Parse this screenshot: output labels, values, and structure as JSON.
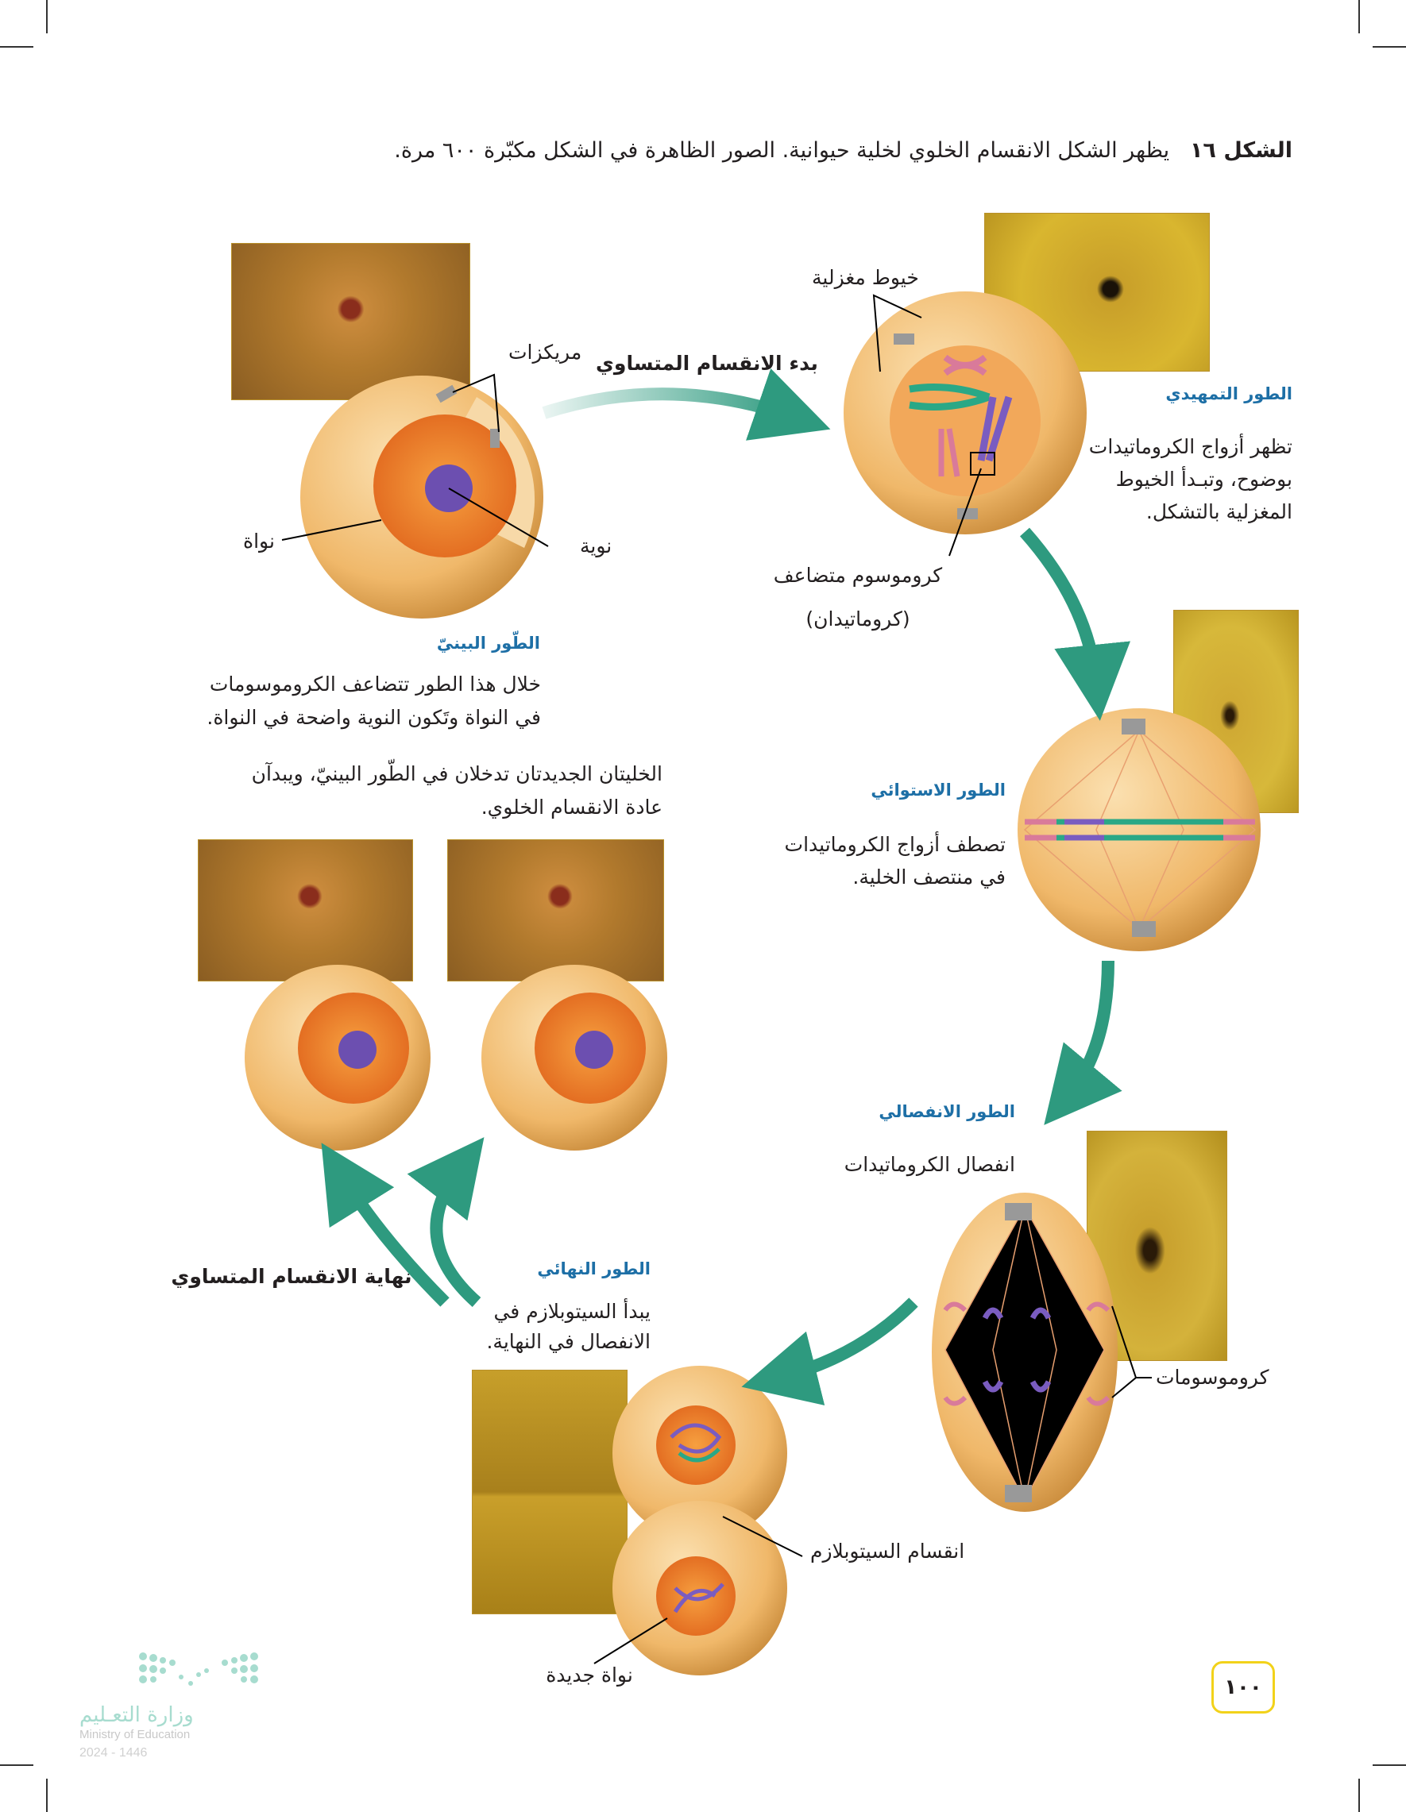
{
  "caption": {
    "label": "الشكل ١٦",
    "text": "يظهر الشكل الانقسام الخلوي لخلية حيوانية. الصور الظاهرة في الشكل مكبّرة ٦٠٠ مرة."
  },
  "interphase": {
    "title": "الطّور البينيّ",
    "desc": [
      "خلال هذا الطور تتضاعف الكروموسومات",
      "في النواة وتَكون النوية واضحة في النواة."
    ],
    "labels": {
      "centrioles": "مريكزات",
      "nucleus": "نواة",
      "nucleolus": "نوية"
    }
  },
  "start_label": "بدء الانقسام المتساوي",
  "prophase": {
    "title": "الطور التمهيدي",
    "desc": [
      "تظهر أزواج الكروماتيدات",
      "بوضوح، وتبـدأ الخيوط",
      "المغزلية بالتشكل."
    ],
    "labels": {
      "spindle": "خيوط مغزلية",
      "chromosome": "كروموسوم متضاعف",
      "chromatids": "(كروماتيدان)"
    }
  },
  "metaphase": {
    "title": "الطور الاستوائي",
    "desc": [
      "تصطف أزواج الكروماتيدات",
      "في منتصف الخلية."
    ]
  },
  "anaphase": {
    "title": "الطور الانفصالي",
    "desc": "انفصال الكروماتيدات",
    "labels": {
      "chromosomes": "كروموسومات"
    }
  },
  "telophase": {
    "title": "الطور النهائي",
    "desc": [
      "يبدأ السيتوبلازم في",
      "الانفصال في النهاية."
    ],
    "labels": {
      "cytokinesis": "انقسام السيتوبلازم",
      "new_nucleus": "نواة جديدة"
    }
  },
  "daughter_cells": {
    "desc": [
      "الخليتان الجديدتان تدخلان في الطّور البينيّ، ويبدآن",
      "عادة الانقسام الخلوي."
    ]
  },
  "end_label": "نهاية الانقسام المتساوي",
  "page_number": "١٠٠",
  "logo": {
    "arabic": "وزارة التعـليم",
    "english": "Ministry of Education",
    "year": "2024 - 1446"
  },
  "colors": {
    "heading": "#1d6fa6",
    "arrow": "#2e9a7f",
    "cell": "#f0b86a",
    "page_box": "#f2d21a"
  }
}
